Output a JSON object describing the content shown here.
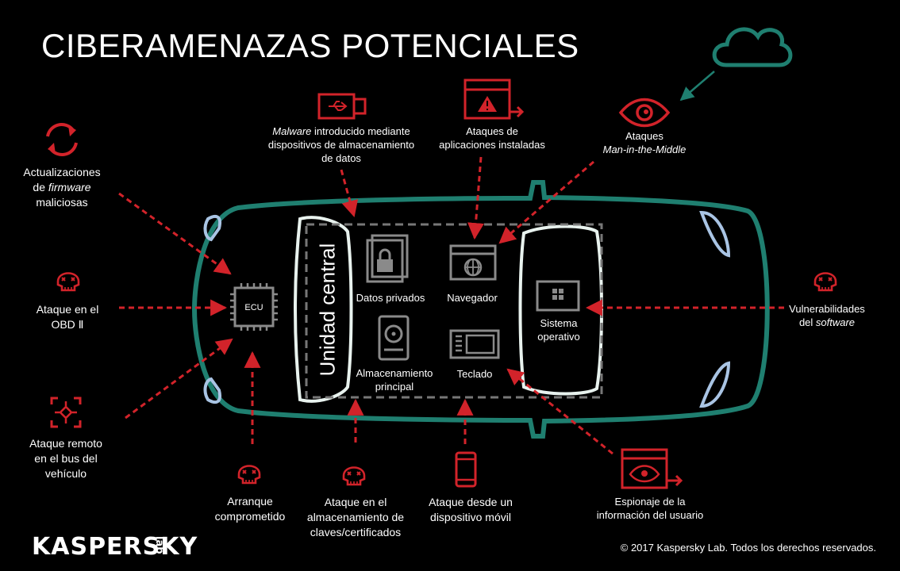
{
  "title": "CIBERAMENAZAS POTENCIALES",
  "colors": {
    "threat": "#d2232a",
    "car_body": "#1f7f70",
    "cloud": "#1f7f70",
    "unit_border": "#e8f2ee",
    "dashed_box": "#777777"
  },
  "center": {
    "unit_label": "Unidad central",
    "ecu_label": "ECU",
    "components": {
      "datos": "Datos privados",
      "navegador": "Navegador",
      "almacenamiento_l1": "Almacenamiento",
      "almacenamiento_l2": "principal",
      "teclado": "Teclado",
      "sistema_l1": "Sistema",
      "sistema_l2": "operativo"
    }
  },
  "threats": {
    "malware": {
      "italic": "Malware",
      "text_l1": " introducido mediante",
      "text_l2": "dispositivos de almacenamiento",
      "text_l3": "de datos"
    },
    "apps": {
      "l1": "Ataques de",
      "l2": "aplicaciones instaladas"
    },
    "mitm": {
      "l1": "Ataques",
      "l2": "Man-in-the-Middle"
    },
    "firmware": {
      "l1": "Actualizaciones",
      "l2_pre": "de ",
      "l2_italic": "firmware",
      "l3": "maliciosas"
    },
    "obd": {
      "l1": "Ataque en el",
      "l2": "OBD Ⅱ"
    },
    "bus": {
      "l1": "Ataque remoto",
      "l2": "en el bus del",
      "l3": "vehículo"
    },
    "arranque": {
      "l1": "Arranque",
      "l2": "comprometido"
    },
    "claves": {
      "l1": "Ataque en el",
      "l2": "almacenamiento de",
      "l3": "claves/certificados"
    },
    "movil": {
      "l1": "Ataque desde un",
      "l2": "dispositivo móvil"
    },
    "espionaje": {
      "l1": "Espionaje de la",
      "l2": "información del usuario"
    },
    "software": {
      "l1": "Vulnerabilidades",
      "l2_pre": "del ",
      "l2_italic": "software"
    }
  },
  "icons": [
    "refresh-icon",
    "skull-icon",
    "target-icon",
    "usb-icon",
    "browser-warning-icon",
    "eye-icon",
    "cloud-icon",
    "smartphone-icon",
    "browser-eye-icon",
    "lock-documents-icon",
    "globe-browser-icon",
    "hard-drive-icon",
    "keyboard-icon",
    "windows-icon",
    "chip-icon"
  ],
  "footer": {
    "copyright": "© 2017 Kaspersky Lab. Todos los derechos reservados.",
    "logo": "KASPERSKY",
    "logo_sub": "lab"
  }
}
